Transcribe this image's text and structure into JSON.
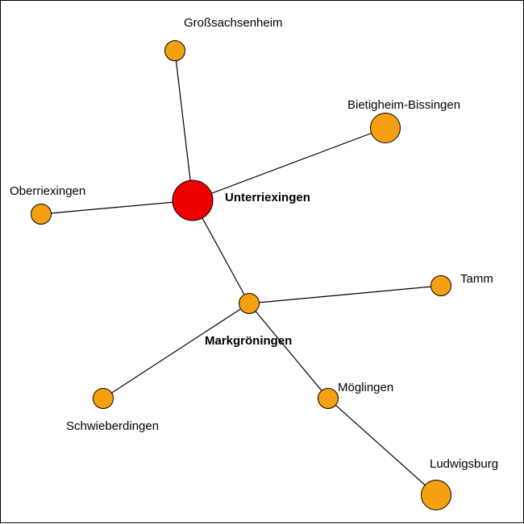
{
  "colors": {
    "center": "#ee0000",
    "node": "#f5a010",
    "edge": "#000000"
  },
  "nodes": {
    "unterriexingen": {
      "label": "Unterriexingen",
      "emphasis": true
    },
    "grosssachsenheim": {
      "label": "Großsachsenheim"
    },
    "bietigheim": {
      "label": "Bietigheim-Bissingen"
    },
    "oberriexingen": {
      "label": "Oberriexingen"
    },
    "markgroeningen": {
      "label": "Markgröningen",
      "emphasis": true
    },
    "tamm": {
      "label": "Tamm"
    },
    "schwieberdingen": {
      "label": "Schwieberdingen"
    },
    "moeglingen": {
      "label": "Möglingen"
    },
    "ludwigsburg": {
      "label": "Ludwigsburg"
    }
  },
  "edges": [
    [
      "unterriexingen",
      "grosssachsenheim"
    ],
    [
      "unterriexingen",
      "bietigheim"
    ],
    [
      "unterriexingen",
      "oberriexingen"
    ],
    [
      "unterriexingen",
      "markgroeningen"
    ],
    [
      "markgroeningen",
      "tamm"
    ],
    [
      "markgroeningen",
      "schwieberdingen"
    ],
    [
      "markgroeningen",
      "moeglingen"
    ],
    [
      "moeglingen",
      "ludwigsburg"
    ]
  ]
}
